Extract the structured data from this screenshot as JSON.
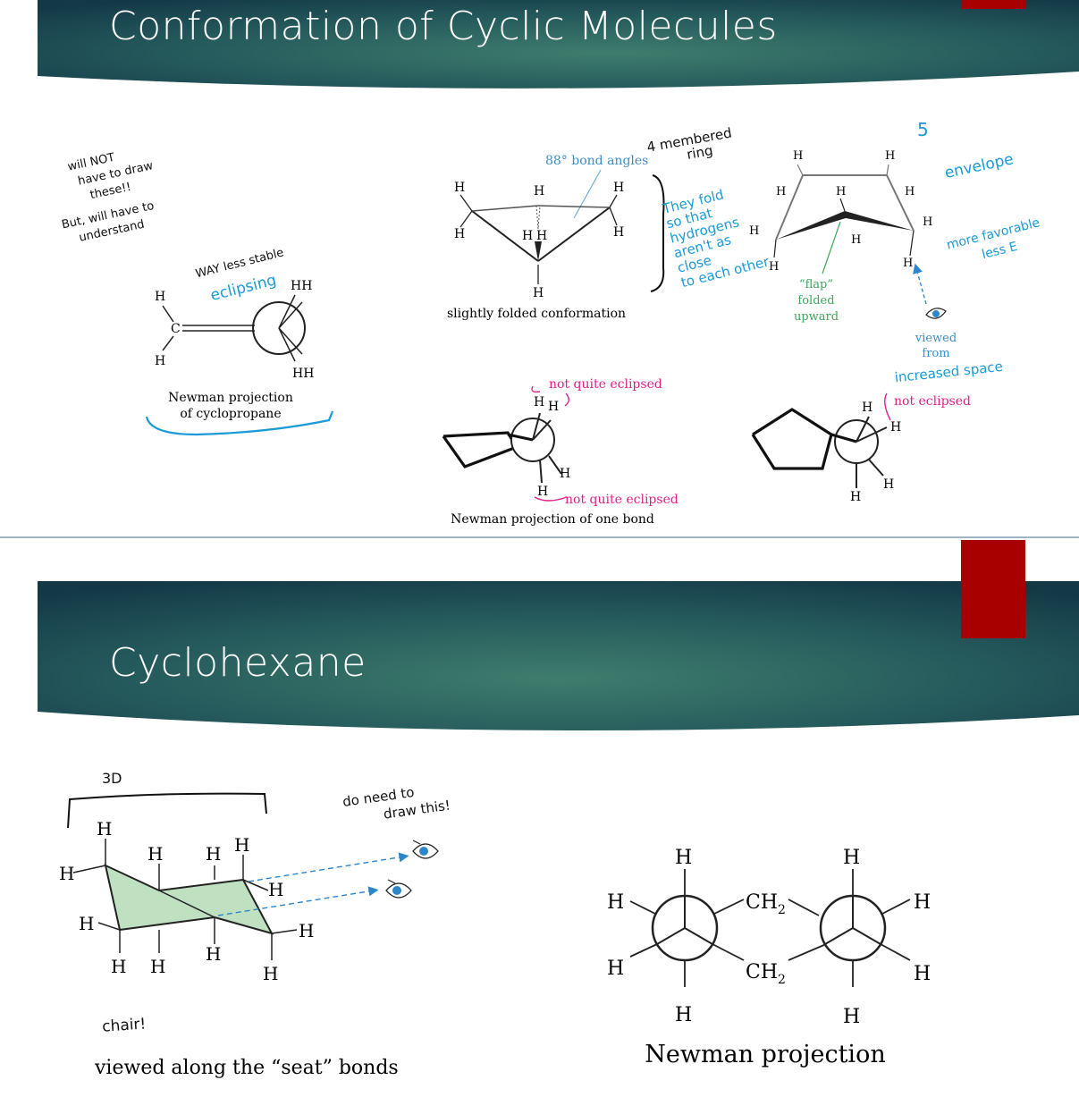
{
  "colors": {
    "header_dark": "#173f4f",
    "header_mid": "#3c7a6c",
    "accent_red": "#a80000",
    "annot_blue": "#1a9ad6",
    "annot_pink": "#e0208a",
    "annot_green": "#3aa858",
    "ring_fill": "#bfe0c1",
    "eye_blue": "#2d86c9"
  },
  "slide1": {
    "title": "Conformation of Cyclic Molecules",
    "notes": {
      "line1": "will NOT",
      "line2": "have to draw",
      "line3": "these!!",
      "line4": "But, will have to",
      "line5": "understand"
    },
    "cyclopropane": {
      "annot_line1": "WAY less stable",
      "annot_line2": "eclipsing",
      "caption_line1": "Newman projection",
      "caption_line2": "of cyclopropane",
      "atom_c": "C",
      "atom_h": "H",
      "atom_hh": "HH"
    },
    "cyclobutane": {
      "annot_top1": "4 membered",
      "annot_top2": "ring",
      "bond_angles": "88° bond angles",
      "caption": "slightly folded conformation",
      "note_line1": "They fold",
      "note_line2": "so that",
      "note_line3": "hydrogens",
      "note_line4": "aren't as",
      "note_line5": "close",
      "note_line6": "to each other",
      "eclipse_top": "not quite eclipsed",
      "eclipse_bottom": "not quite eclipsed",
      "newman_caption": "Newman projection of one bond",
      "atom_h": "H"
    },
    "cyclopentane": {
      "annot_num": "5",
      "annot_envelope": "envelope",
      "annot_fav1": "more favorable",
      "annot_fav2": "less E",
      "flap_line1": "“flap”",
      "flap_line2": "folded",
      "flap_line3": "upward",
      "viewed_line1": "viewed",
      "viewed_line2": "from",
      "annot_space": "increased space",
      "not_eclipsed": "not eclipsed",
      "atom_h": "H"
    }
  },
  "slide2": {
    "title": "Cyclohexane",
    "label_3d": "3D",
    "annot_draw1": "do need to",
    "annot_draw2": "draw this!",
    "annot_chair": "chair!",
    "caption_seat": "viewed along the “seat” bonds",
    "newman_caption": "Newman projection",
    "atom_h": "H",
    "ch2": "CH",
    "sub2": "2"
  }
}
